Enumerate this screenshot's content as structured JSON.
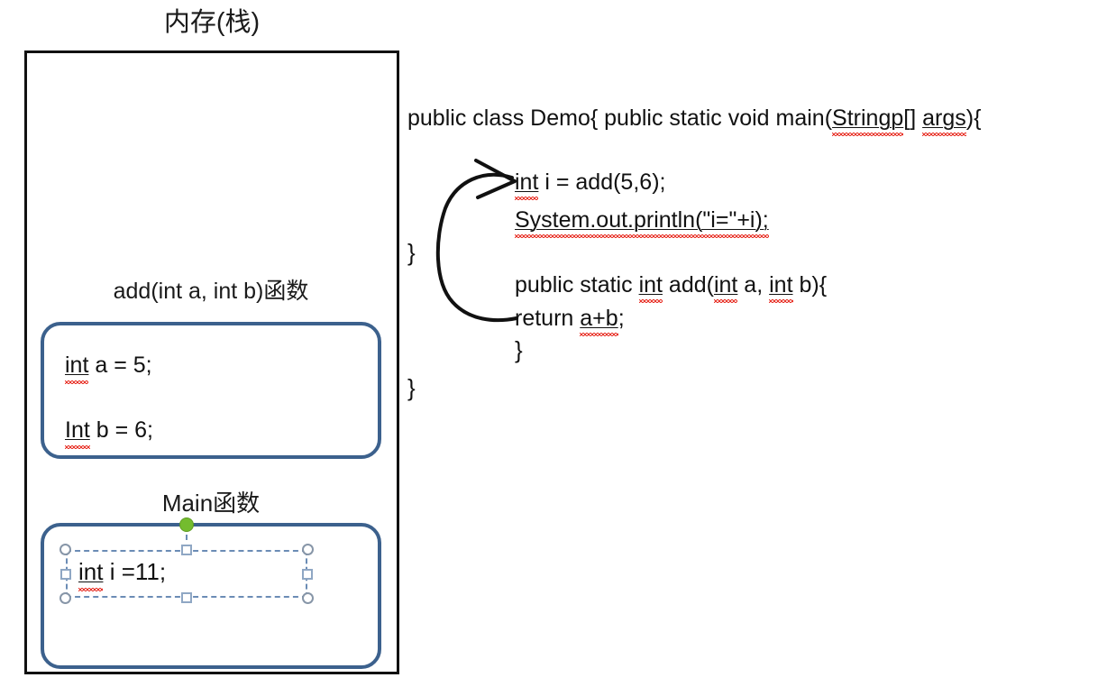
{
  "diagram": {
    "title": "内存(栈)",
    "stack_frames": [
      {
        "caption": "add(int a, int b)函数",
        "lines": [
          {
            "prefix": "int",
            "rest": " a = 5;"
          },
          {
            "prefix": "Int",
            "rest": " b = 6;"
          }
        ]
      },
      {
        "caption": "Main函数",
        "selected_textbox": {
          "prefix": "int",
          "rest": " i =11;",
          "selected": true,
          "handles": [
            "top-left",
            "top-center",
            "top-right",
            "middle-left",
            "middle-right",
            "bottom-left",
            "bottom-center",
            "bottom-right",
            "rotation"
          ]
        }
      }
    ]
  },
  "code": {
    "class_line": {
      "before": "public class Demo{  public static void main(",
      "misspelled_1": "Stringp",
      "between": "[] ",
      "misspelled_2": "args",
      "after": "){"
    },
    "body": [
      {
        "name": "declare-i",
        "misspelled": "int",
        "rest": " i = add(5,6);"
      },
      {
        "name": "print-i",
        "misspelled": "System.out.println(\"i=\"+i);",
        "rest": ""
      },
      {
        "name": "add-signature",
        "segments": [
          "public static ",
          "int",
          " add(",
          "int",
          " a, ",
          "int",
          " b){"
        ]
      },
      {
        "name": "return-statement",
        "before": "return ",
        "misspelled": "a+b",
        "after": ";"
      }
    ],
    "close_brace_method": "}",
    "close_brace_main": "}",
    "close_brace_class": "}"
  },
  "colors": {
    "stack_border": "#111111",
    "frame_border": "#3c618d",
    "selection_border": "#6b8cb5",
    "rotation_handle": "#74bc2e",
    "spellcheck_squiggle": "#e8342a",
    "text": "#111111",
    "arrow": "#111111"
  },
  "annotations": {
    "arrow_name": "call-return-flow-arrow",
    "arrow_description": "curved arrow from return statement up to int i = add(5,6);"
  }
}
